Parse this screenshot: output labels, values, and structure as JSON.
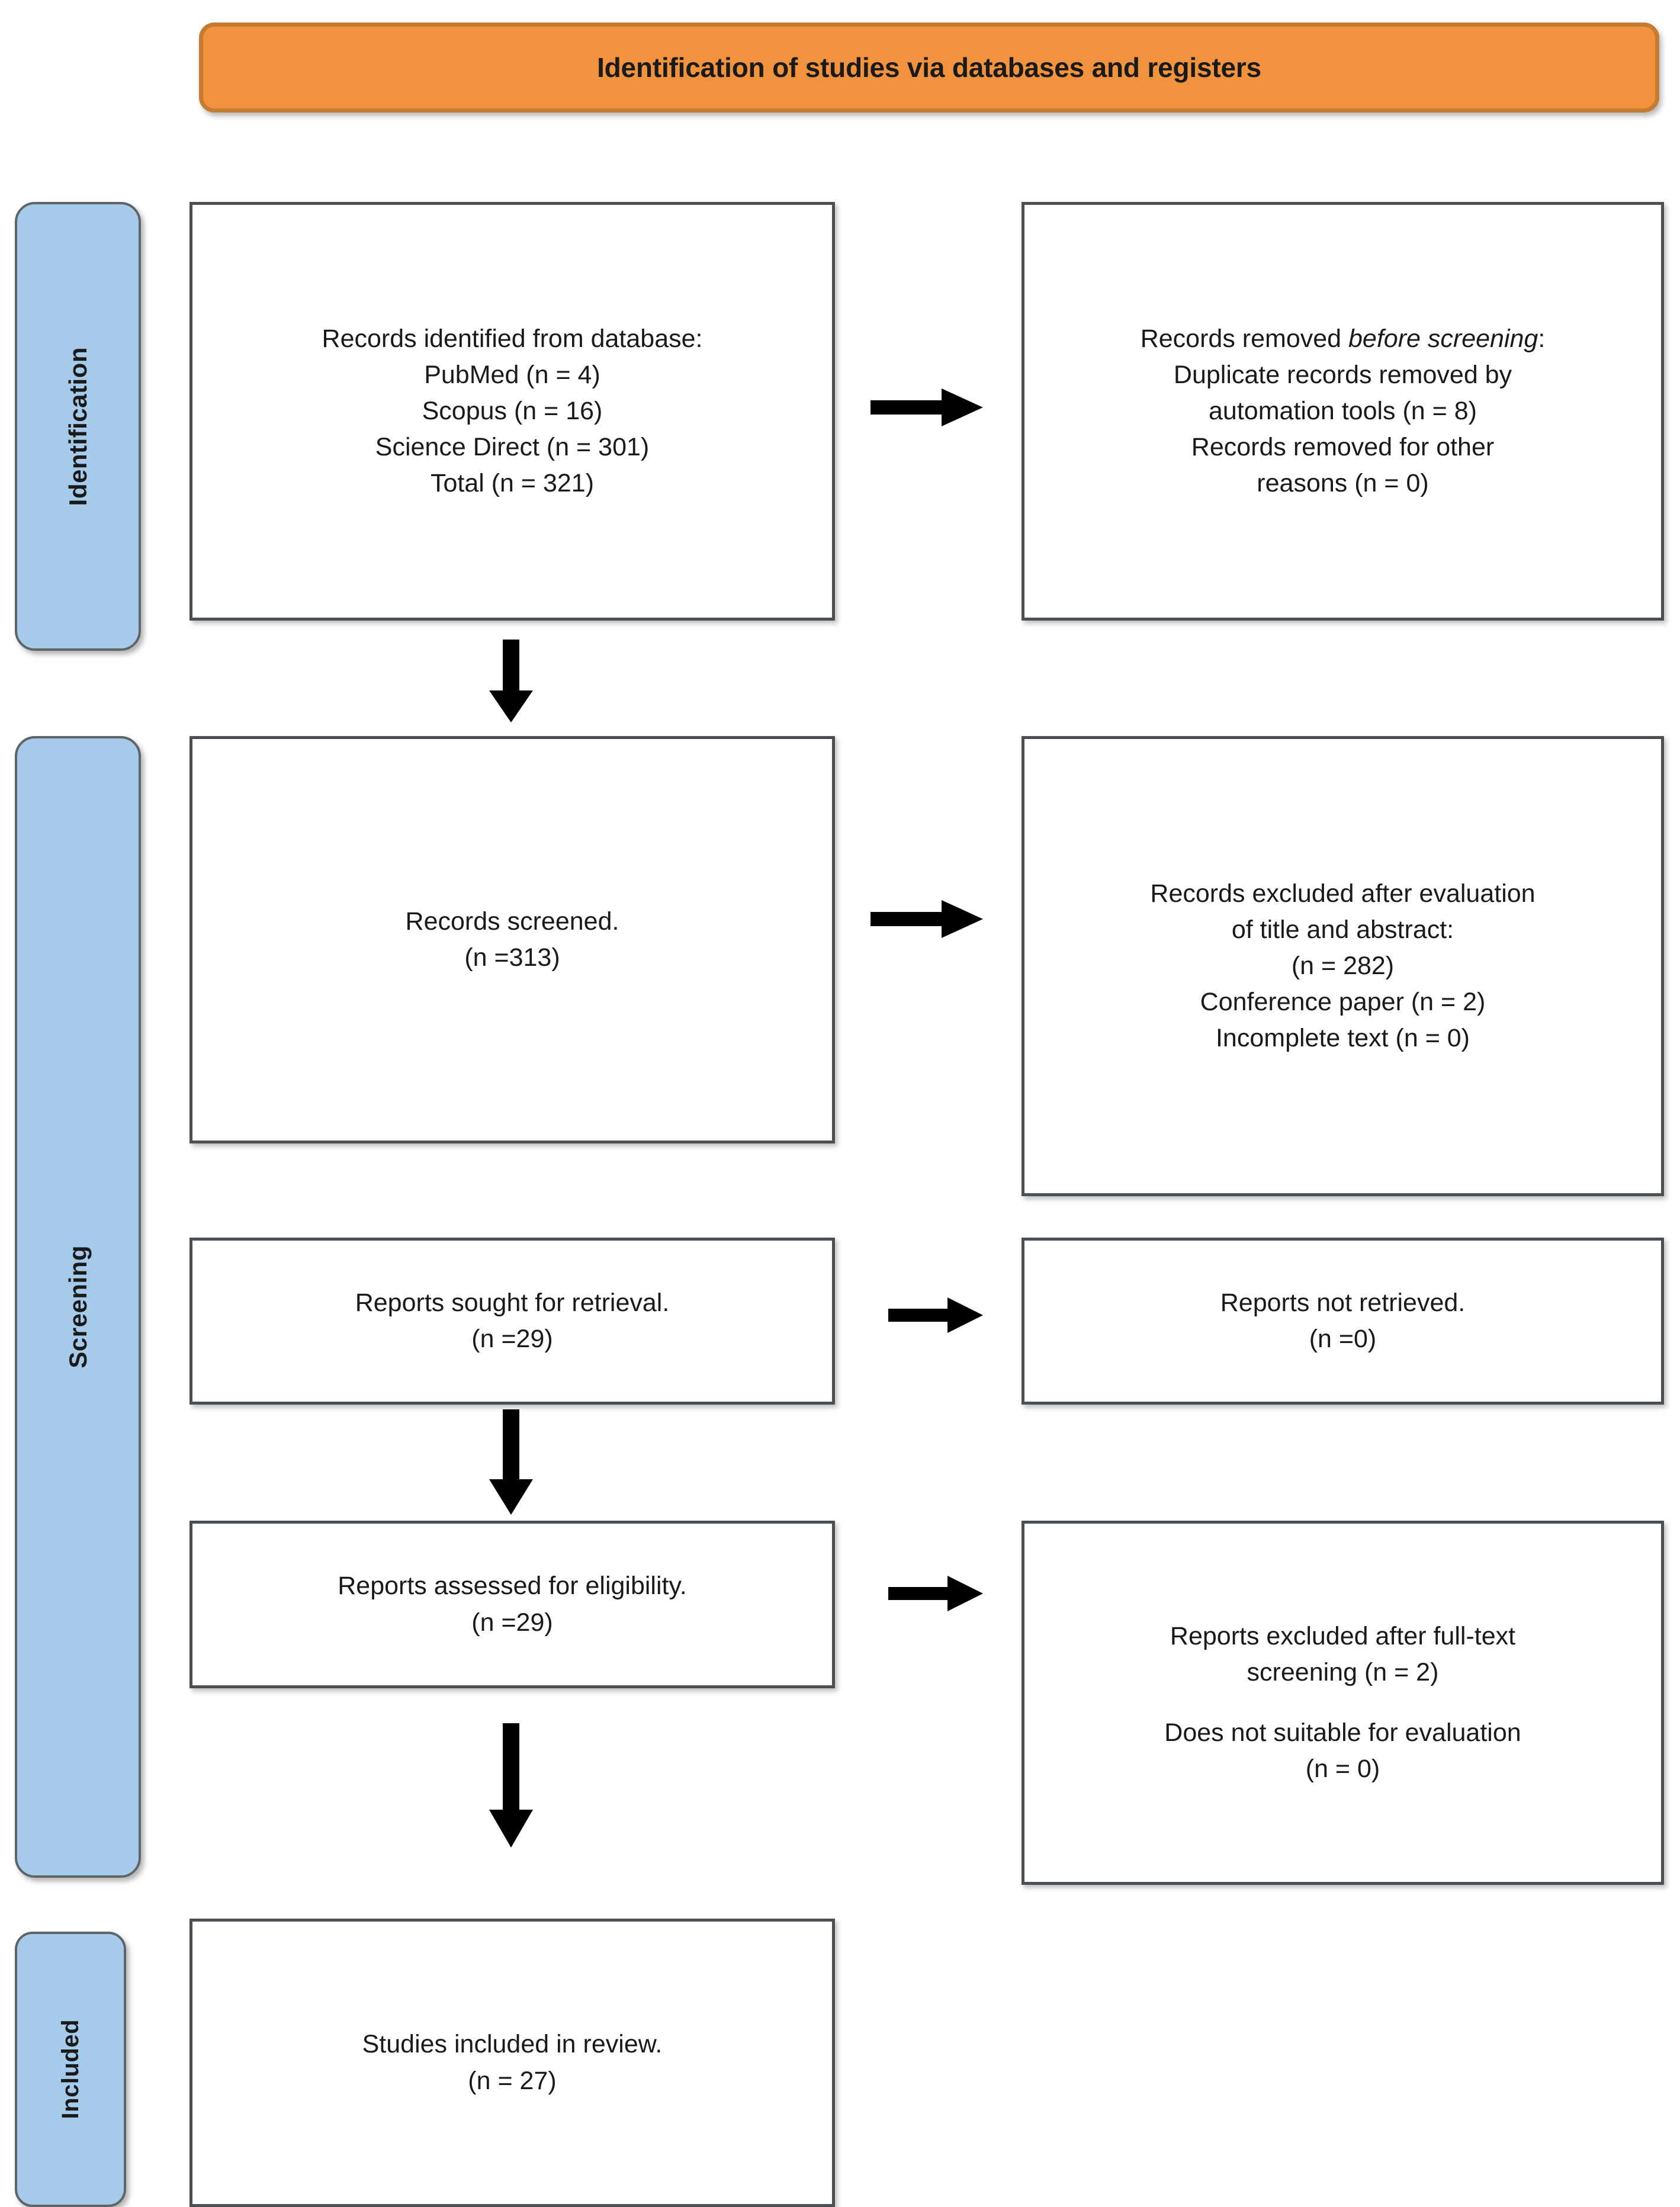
{
  "header": {
    "title": "Identification of studies via databases and registers",
    "fill_color": "#F0923E",
    "border_color": "#C57C32"
  },
  "phases": {
    "fill_color": "#A6CBEA",
    "identification": "Identification",
    "screening": "Screening",
    "included": "Included"
  },
  "boxes": {
    "identified": {
      "line1": "Records identified from database:",
      "line2": "PubMed (n = 4)",
      "line3": "Scopus (n = 16)",
      "line4": "Science Direct (n = 301)",
      "line5": "Total (n = 321)"
    },
    "removed": {
      "line1_prefix": "Records removed ",
      "line1_italic": "before screening",
      "line1_suffix": ":",
      "line2": "Duplicate records removed by",
      "line3": "automation tools (n = 8)",
      "line4": "Records removed for other",
      "line5": "reasons (n = 0)"
    },
    "screened": {
      "line1": "Records screened.",
      "line2": "(n =313)"
    },
    "excluded_screening": {
      "line1": "Records excluded after evaluation",
      "line2": "of title and abstract:",
      "line3": "(n = 282)",
      "line4": "Conference paper (n = 2)",
      "line5": "Incomplete text (n = 0)"
    },
    "sought": {
      "line1": "Reports sought for retrieval.",
      "line2": "(n =29)"
    },
    "not_retrieved": {
      "line1": "Reports not retrieved.",
      "line2": "(n =0)"
    },
    "assessed": {
      "line1": "Reports assessed for eligibility.",
      "line2": "(n =29)"
    },
    "excluded_fulltext": {
      "line1": "Reports excluded after full-text",
      "line2": "screening (n = 2)",
      "line3": "Does not suitable for evaluation",
      "line4": "(n = 0)"
    },
    "included_studies": {
      "line1": "Studies included in review.",
      "line2": "(n = 27)"
    }
  },
  "chart_data": {
    "type": "diagram",
    "title": "Identification of studies via databases and registers",
    "diagram_kind": "PRISMA flow diagram",
    "phases": [
      "Identification",
      "Screening",
      "Included"
    ],
    "nodes": [
      {
        "id": "identified",
        "phase": "Identification",
        "column": "left",
        "label": "Records identified from database",
        "counts": {
          "PubMed": 4,
          "Scopus": 16,
          "Science Direct": 301,
          "Total": 321
        }
      },
      {
        "id": "removed",
        "phase": "Identification",
        "column": "right",
        "label": "Records removed before screening",
        "counts": {
          "Duplicate records removed by automation tools": 8,
          "Records removed for other reasons": 0
        }
      },
      {
        "id": "screened",
        "phase": "Screening",
        "column": "left",
        "label": "Records screened",
        "counts": {
          "n": 313
        }
      },
      {
        "id": "excluded_screening",
        "phase": "Screening",
        "column": "right",
        "label": "Records excluded after evaluation of title and abstract",
        "counts": {
          "n": 282,
          "Conference paper": 2,
          "Incomplete text": 0
        }
      },
      {
        "id": "sought",
        "phase": "Screening",
        "column": "left",
        "label": "Reports sought for retrieval",
        "counts": {
          "n": 29
        }
      },
      {
        "id": "not_retrieved",
        "phase": "Screening",
        "column": "right",
        "label": "Reports not retrieved",
        "counts": {
          "n": 0
        }
      },
      {
        "id": "assessed",
        "phase": "Screening",
        "column": "left",
        "label": "Reports assessed for eligibility",
        "counts": {
          "n": 29
        }
      },
      {
        "id": "excluded_fulltext",
        "phase": "Screening",
        "column": "right",
        "label": "Reports excluded after full-text screening",
        "counts": {
          "n": 2,
          "Does not suitable for evaluation": 0
        }
      },
      {
        "id": "included_studies",
        "phase": "Included",
        "column": "left",
        "label": "Studies included in review",
        "counts": {
          "n": 27
        }
      }
    ],
    "edges": [
      {
        "from": "identified",
        "to": "removed",
        "direction": "right"
      },
      {
        "from": "identified",
        "to": "screened",
        "direction": "down"
      },
      {
        "from": "screened",
        "to": "excluded_screening",
        "direction": "right"
      },
      {
        "from": "sought",
        "to": "not_retrieved",
        "direction": "right"
      },
      {
        "from": "sought",
        "to": "assessed",
        "direction": "down"
      },
      {
        "from": "assessed",
        "to": "excluded_fulltext",
        "direction": "right"
      },
      {
        "from": "assessed",
        "to": "included_studies",
        "direction": "down"
      }
    ]
  }
}
